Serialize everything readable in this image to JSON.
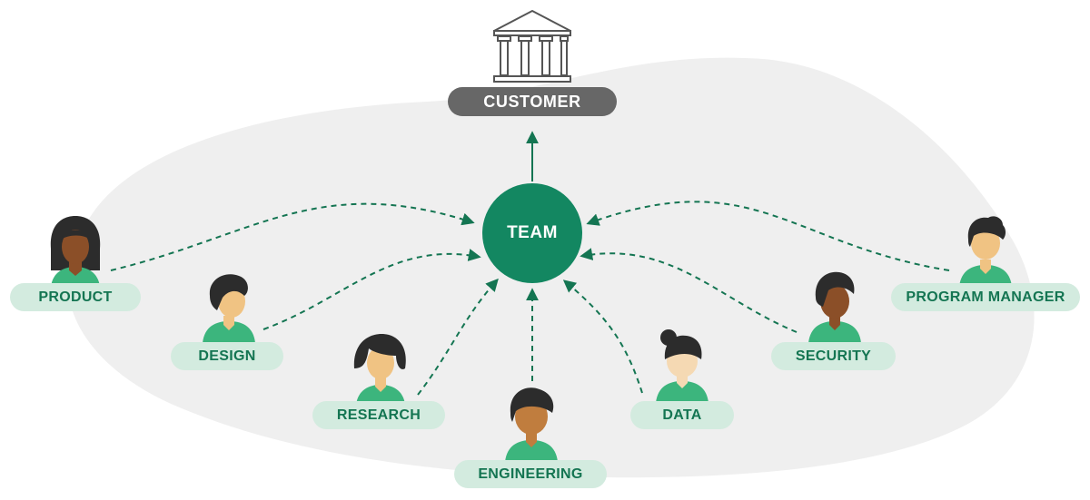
{
  "customer": {
    "label": "CUSTOMER",
    "icon": "bank-building-icon"
  },
  "team": {
    "label": "TEAM"
  },
  "roles": [
    {
      "label": "PRODUCT"
    },
    {
      "label": "DESIGN"
    },
    {
      "label": "RESEARCH"
    },
    {
      "label": "ENGINEERING"
    },
    {
      "label": "DATA"
    },
    {
      "label": "SECURITY"
    },
    {
      "label": "PROGRAM MANAGER"
    }
  ],
  "colors": {
    "background_blob": "#efefef",
    "team_circle": "#138761",
    "arrow": "#147552",
    "pill_bg": "#d3ebdf",
    "pill_text": "#147552",
    "customer_pill": "#676767",
    "shirt": "#3cb57d",
    "hair": "#2c2c2c"
  }
}
